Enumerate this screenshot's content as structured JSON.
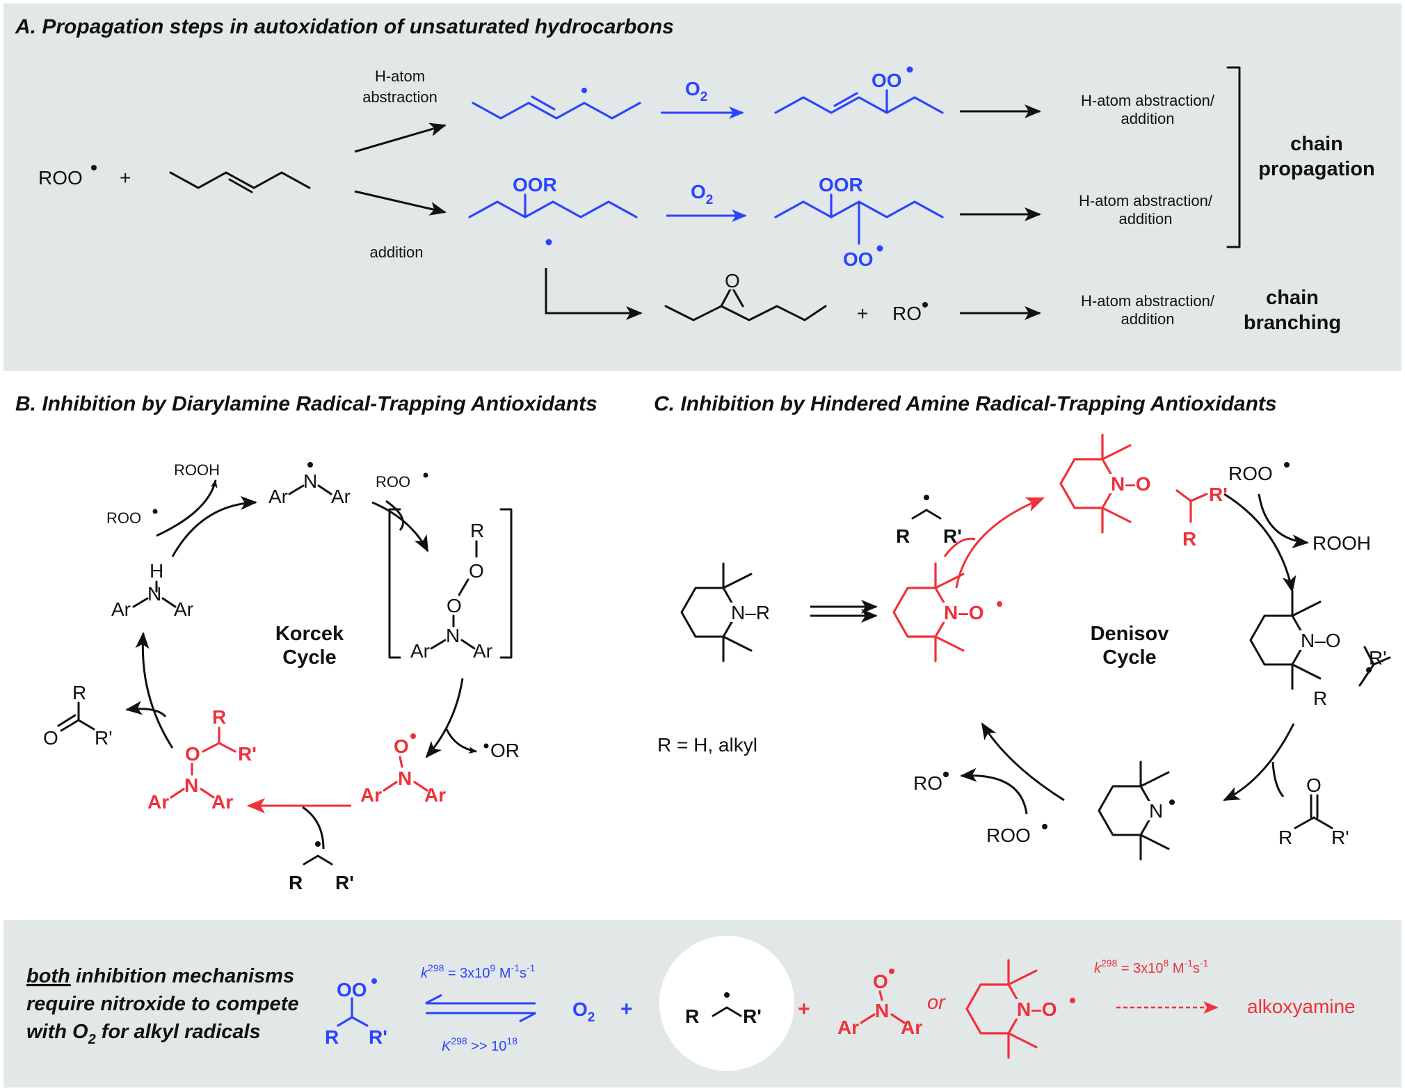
{
  "colors": {
    "panel_bg": "#e2e7e8",
    "blue": "#2b44ff",
    "red": "#f0303a",
    "black": "#111111"
  },
  "panel_a": {
    "title": "A. Propagation steps in autoxidation of unsaturated hydrocarbons",
    "roo": "ROO",
    "plus": "+",
    "h_atom_1": "H-atom",
    "h_atom_2": "abstraction",
    "addition": "addition",
    "o2": "O",
    "o2_sub": "2",
    "oo": "OO",
    "oor": "OOR",
    "abs_add_1": "H-atom abstraction/",
    "abs_add_2": "addition",
    "chain_prop_1": "chain",
    "chain_prop_2": "propagation",
    "ro": "RO",
    "o": "O",
    "chain_branch_1": "chain",
    "chain_branch_2": "branching"
  },
  "panel_b": {
    "title": "B. Inhibition by Diarylamine Radical-Trapping Antioxidants",
    "cycle_1": "Korcek",
    "cycle_2": "Cycle",
    "ar": "Ar",
    "n": "N",
    "h": "H",
    "o": "O",
    "r": "R",
    "r_prime": "R'",
    "roo": "ROO",
    "rooh": "ROOH",
    "or_label": "OR"
  },
  "panel_c": {
    "title": "C. Inhibition by Hindered Amine Radical-Trapping Antioxidants",
    "cycle_1": "Denisov",
    "cycle_2": "Cycle",
    "nr": "N–R",
    "r_def": "R = H, alkyl",
    "no": "N–O",
    "n": "N",
    "o": "O",
    "r": "R",
    "r_prime": "R'",
    "roo": "ROO",
    "rooh": "ROOH",
    "ro": "RO"
  },
  "panel_d": {
    "line1_u": "both",
    "line1_rest": " inhibition mechanisms",
    "line2": "require nitroxide to compete",
    "line3_a": "with O",
    "line3_sub": "2",
    "line3_b": " for alkyl radicals",
    "oo": "OO",
    "r": "R",
    "r_prime": "R'",
    "k_fwd_k": "k",
    "k_fwd_sup": "298",
    "k_fwd_eq": " = 3x10",
    "k_fwd_exp": "9",
    "k_fwd_unit": " M",
    "k_fwd_u1": "-1",
    "k_fwd_s": "s",
    "k_fwd_u2": "-1",
    "k_rev_k": "K",
    "k_rev_sup": "298",
    "k_rev_eq": " >> 10",
    "k_rev_exp": "18",
    "o2": "O",
    "o2_sub": "2",
    "plus": "+",
    "or_word": "or",
    "ar": "Ar",
    "n": "N",
    "o": "O",
    "no": "N–O",
    "k_trap_k": "k",
    "k_trap_sup": "298",
    "k_trap_eq": " = 3x10",
    "k_trap_exp": "8",
    "k_trap_unit": " M",
    "k_trap_u1": "-1",
    "k_trap_s": "s",
    "k_trap_u2": "-1",
    "product": "alkoxyamine"
  }
}
